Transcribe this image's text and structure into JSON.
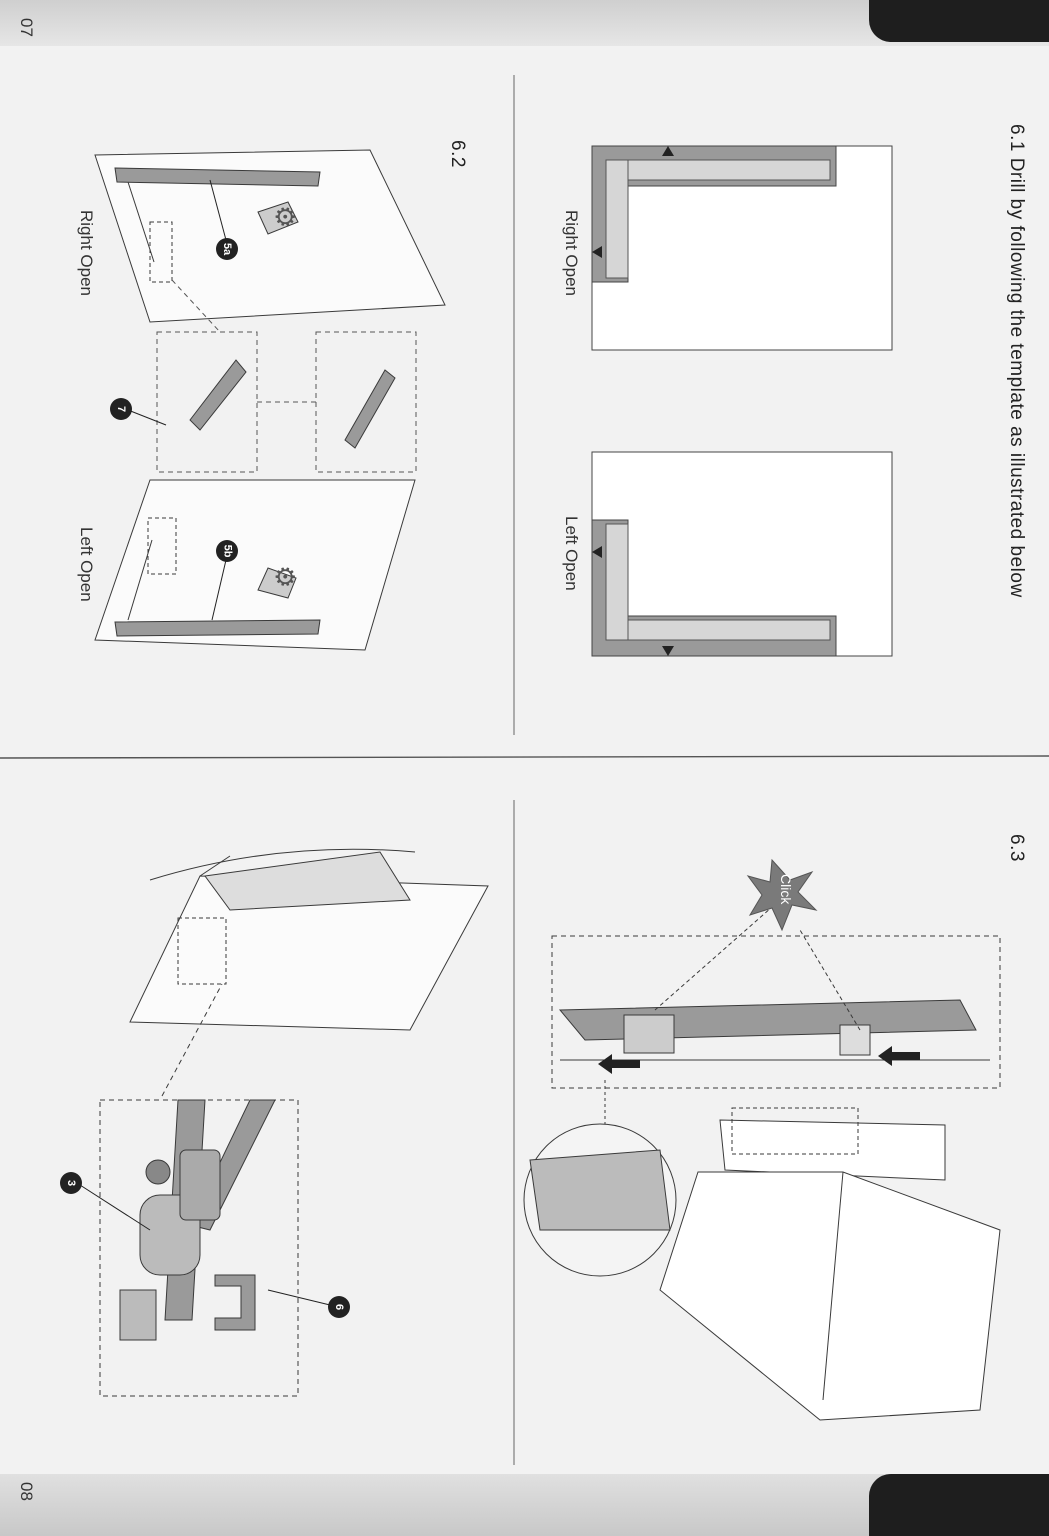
{
  "pages": {
    "left_number": "07",
    "right_number": "08"
  },
  "sections": {
    "s61": {
      "title": "6.1 Drill by following the template as illustrated below",
      "right_label": "Right Open",
      "left_label": "Left Open"
    },
    "s62": {
      "title": "6.2",
      "right_label": "Right Open",
      "left_label": "Left Open"
    },
    "s63": {
      "title": "6.3",
      "click_label": "Click"
    }
  },
  "callouts": {
    "c5a": "5a",
    "c5b": "5b",
    "c7": "7",
    "c3": "3",
    "c6": "6"
  },
  "colors": {
    "template_gray": "#9a9a9a",
    "line": "#3a3a3a",
    "tab": "#1e1e1e"
  }
}
